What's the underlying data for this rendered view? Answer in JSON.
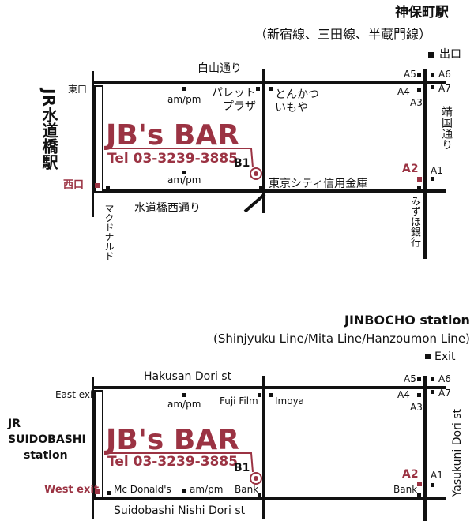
{
  "jp": {
    "station_title": "神保町駅",
    "station_lines": "（新宿線、三田線、半蔵門線）",
    "exit_legend": "出口",
    "road_top": "白山通り",
    "road_bottom": "水道橋西通り",
    "road_right": "靖国通り",
    "jr_station": "JR水道橋駅",
    "east_exit": "東口",
    "west_exit": "西口",
    "ampm_top": "am/pm",
    "ampm_bottom": "am/pm",
    "palette_plaza": "パレット\nプラザ",
    "tonkatsu": "とんかつ\nいもや",
    "bank_tokyo": "東京シティ信用金庫",
    "mcdonalds": "マクドナルド",
    "mizuho": "みずほ銀行",
    "brand": "JB's BAR",
    "tel": "Tel 03-3239-3885",
    "floor": "B1",
    "exits": {
      "a5": "A5",
      "a6": "A6",
      "a4": "A4",
      "a7": "A7",
      "a3": "A3",
      "a2": "A2",
      "a1": "A1"
    }
  },
  "en": {
    "station_title": "JINBOCHO station",
    "station_lines": "(Shinjyuku Line/Mita Line/Hanzoumon Line)",
    "exit_legend": "Exit",
    "road_top": "Hakusan Dori st",
    "road_bottom": "Suidobashi Nishi Dori st",
    "road_right": "Yasukuni Dori st",
    "jr_station_1": "JR",
    "jr_station_2": "SUIDOBASHI",
    "jr_station_3": "station",
    "east_exit": "East exit",
    "west_exit": "West exit",
    "ampm_top": "am/pm",
    "ampm_bottom": "am/pm",
    "fuji": "Fuji Film",
    "imoya": "Imoya",
    "mcdonalds": "Mc Donald's",
    "bank_left": "Bank",
    "bank_right": "Bank",
    "brand": "JB's BAR",
    "tel": "Tel 03-3239-3885",
    "floor": "B1",
    "exits": {
      "a5": "A5",
      "a6": "A6",
      "a4": "A4",
      "a7": "A7",
      "a3": "A3",
      "a2": "A2",
      "a1": "A1"
    }
  },
  "colors": {
    "accent": "#9b3343",
    "ink": "#111111"
  }
}
